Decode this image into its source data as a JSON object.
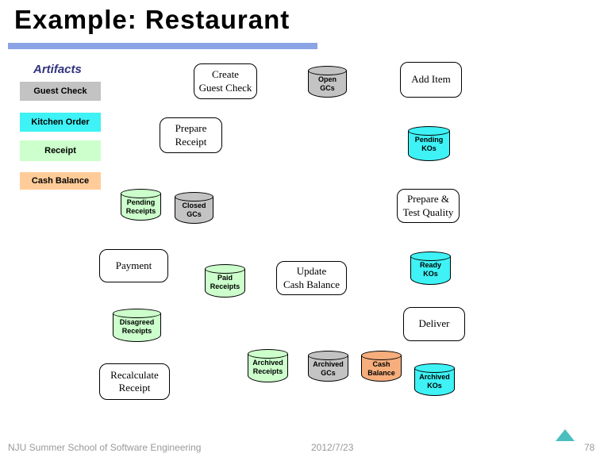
{
  "palette": {
    "title_bar": "#8CA3E6",
    "heading_navy": "#32327E",
    "gray": "#C3C3C3",
    "cyan": "#3EF2F5",
    "green": "#CCFFCC",
    "orange": "#FFCC99",
    "orange_deep": "#F6AE7C",
    "footer_gray": "#999999",
    "nav_teal": "#4BBFBD"
  },
  "header": {
    "title": "Example: Restaurant"
  },
  "artifacts": {
    "heading": "Artifacts",
    "legend": {
      "guest_check": {
        "label": "Guest Check"
      },
      "kitchen_order": {
        "label": "Kitchen Order"
      },
      "receipt": {
        "label": "Receipt"
      },
      "cash_balance": {
        "label": "Cash Balance"
      }
    }
  },
  "processes": {
    "create_guest_check": {
      "lines": [
        "Create",
        "Guest Check"
      ]
    },
    "add_item": {
      "lines": [
        "Add Item"
      ]
    },
    "prepare_receipt": {
      "lines": [
        "Prepare",
        "Receipt"
      ]
    },
    "prepare_test_quality": {
      "lines": [
        "Prepare &",
        "Test Quality"
      ]
    },
    "payment": {
      "lines": [
        "Payment"
      ]
    },
    "update_cash_balance": {
      "lines": [
        "Update",
        "Cash Balance"
      ]
    },
    "deliver": {
      "lines": [
        "Deliver"
      ]
    },
    "recalculate_receipt": {
      "lines": [
        "Recalculate",
        "Receipt"
      ]
    }
  },
  "stores": {
    "open_gcs": {
      "lines": [
        "Open",
        "GCs"
      ]
    },
    "pending_kos": {
      "lines": [
        "Pending",
        "KOs"
      ]
    },
    "pending_receipts": {
      "lines": [
        "Pending",
        "Receipts"
      ]
    },
    "closed_gcs": {
      "lines": [
        "Closed",
        "GCs"
      ]
    },
    "ready_kos": {
      "lines": [
        "Ready",
        "KOs"
      ]
    },
    "paid_receipts": {
      "lines": [
        "Paid",
        "Receipts"
      ]
    },
    "disagreed_receipts": {
      "lines": [
        "Disagreed",
        "Receipts"
      ]
    },
    "archived_receipts": {
      "lines": [
        "Archived",
        "Receipts"
      ]
    },
    "archived_gcs": {
      "lines": [
        "Archived",
        "GCs"
      ]
    },
    "cash_balance": {
      "lines": [
        "Cash",
        "Balance"
      ]
    },
    "archived_kos": {
      "lines": [
        "Archived",
        "KOs"
      ]
    }
  },
  "footer": {
    "left": "NJU Summer School of Software Engineering",
    "date": "2012/7/23",
    "page": "78"
  }
}
